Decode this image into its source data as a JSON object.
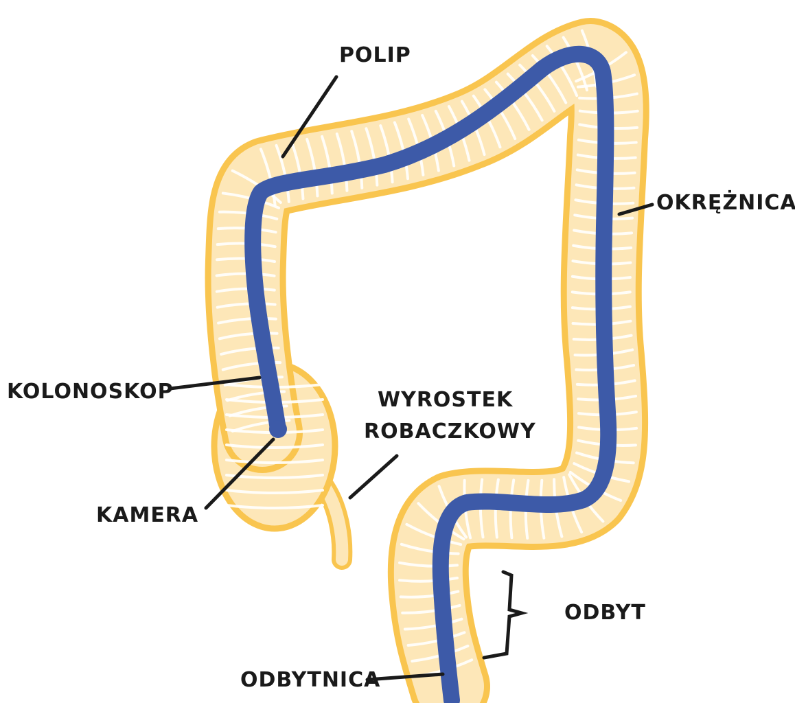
{
  "colors": {
    "colon_fill": "#fde7b8",
    "colon_outline": "#f9c54f",
    "colonoscope": "#3d5aa8",
    "leader_lines": "#1a1a1a",
    "background": "#ffffff"
  },
  "labels": {
    "polyp": "POLIP",
    "colon": "OKRĘŻNICA",
    "colonoscope": "KOLONOSKOP",
    "appendix_line1": "WYROSTEK",
    "appendix_line2": "ROBACZKOWY",
    "camera": "KAMERA",
    "anus": "ODBYT",
    "rectum": "ODBYTNICA"
  }
}
